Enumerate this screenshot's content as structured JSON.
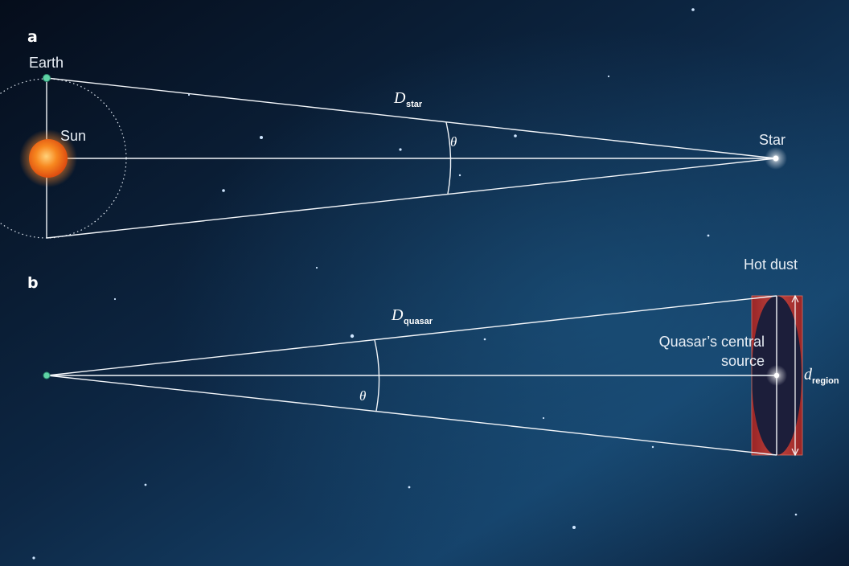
{
  "colors": {
    "background_top": "#06101f",
    "background_mid": "#123a5c",
    "background_bottom": "#091a30",
    "lines": "#f2f5f9",
    "earth": "#5fd3a6",
    "sun": "#f36a1c",
    "hot_dust": "#c0302c"
  },
  "panel_a": {
    "label": "a",
    "earth_label": "Earth",
    "sun_label": "Sun",
    "star_label": "Star",
    "distance_symbol": "D",
    "distance_subscript": "star",
    "angle_label": "θ"
  },
  "panel_b": {
    "label": "b",
    "hot_dust_label": "Hot dust",
    "source_label_line1": "Quasar’s central",
    "source_label_line2": "source",
    "distance_symbol": "D",
    "distance_subscript": "quasar",
    "angle_label": "θ",
    "size_symbol": "d",
    "size_subscript": "region"
  }
}
